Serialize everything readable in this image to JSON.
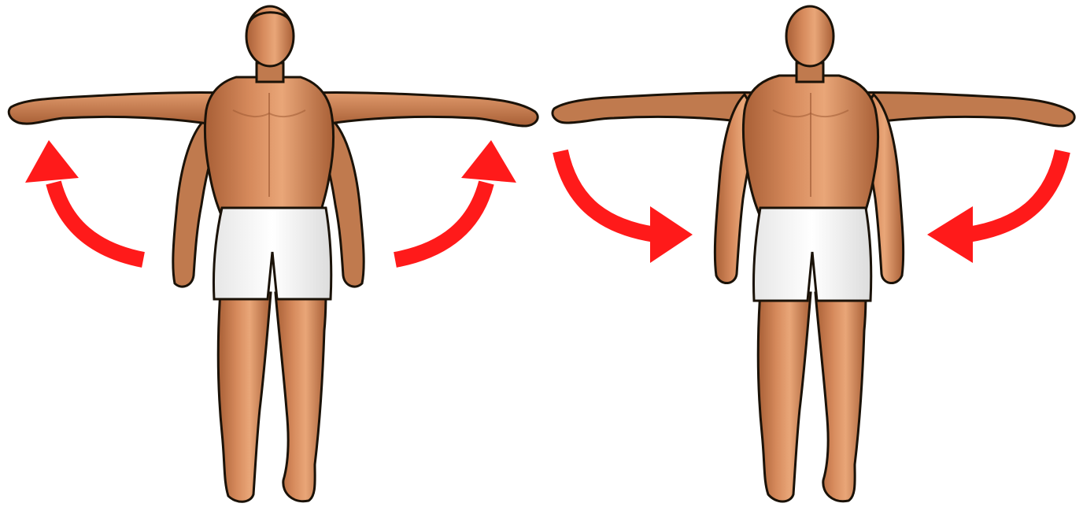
{
  "diagram": {
    "panels": [
      {
        "id": "abduction",
        "figure": "human-figure-arms-raised",
        "ghost": "arms-at-side-outline",
        "arrow_direction": "upward-outward"
      },
      {
        "id": "adduction",
        "figure": "human-figure-arms-lowered",
        "ghost": "arms-raised-outline",
        "arrow_direction": "downward-inward"
      }
    ]
  },
  "colors": {
    "background": "#ffffff",
    "skin": "#d68a5c",
    "skin_shadow": "#a85f36",
    "skin_highlight": "#e9a678",
    "outline": "#1a1208",
    "shorts": "#ffffff",
    "shorts_shadow": "#d8d8d8",
    "arrow": "#ff1a1a"
  }
}
